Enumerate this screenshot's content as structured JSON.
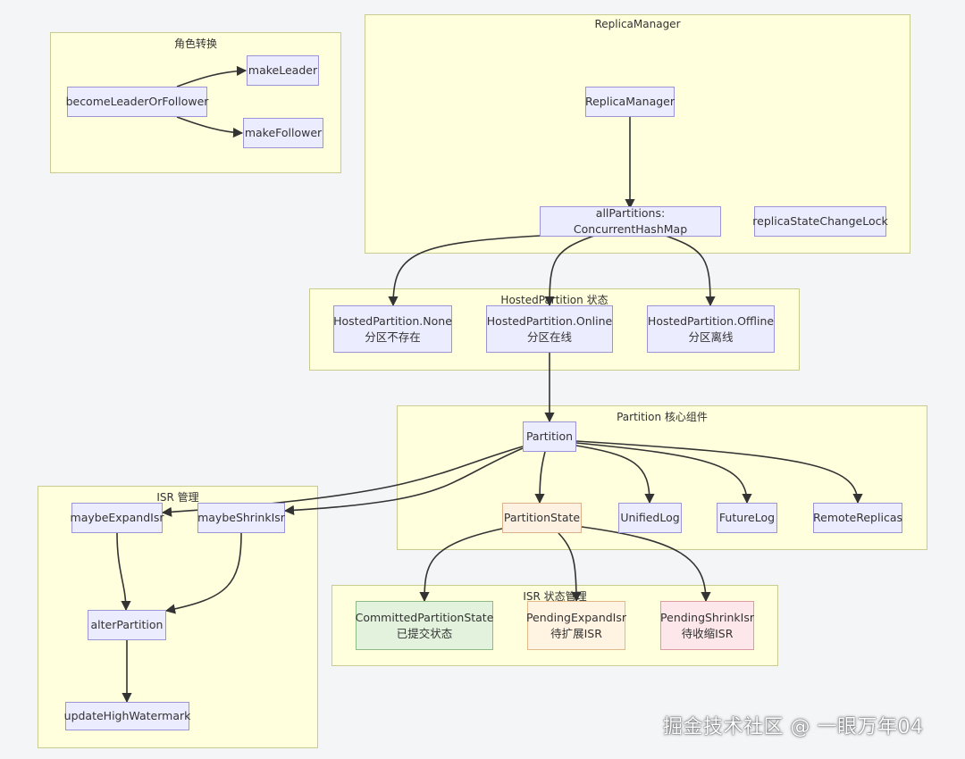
{
  "groups": {
    "role": "角色转换",
    "replica_manager": "ReplicaManager",
    "hosted": "HostedPartition 状态",
    "partition": "Partition 核心组件",
    "isr": "ISR 管理",
    "isr_state": "ISR 状态管理"
  },
  "nodes": {
    "become": "becomeLeaderOrFollower",
    "make_leader": "makeLeader",
    "make_follower": "makeFollower",
    "replica_manager": "ReplicaManager",
    "all_partitions": "allPartitions: ConcurrentHashMap",
    "lock": "replicaStateChangeLock",
    "none": {
      "line1": "HostedPartition.None",
      "line2": "分区不存在"
    },
    "online": {
      "line1": "HostedPartition.Online",
      "line2": "分区在线"
    },
    "offline": {
      "line1": "HostedPartition.Offline",
      "line2": "分区离线"
    },
    "partition": "Partition",
    "partition_state": "PartitionState",
    "unified_log": "UnifiedLog",
    "future_log": "FutureLog",
    "remote_replicas": "RemoteReplicas",
    "maybe_expand": "maybeExpandIsr",
    "maybe_shrink": "maybeShrinkIsr",
    "alter_partition": "alterPartition",
    "update_hw": "updateHighWatermark",
    "committed": {
      "line1": "CommittedPartitionState",
      "line2": "已提交状态"
    },
    "pending_expand": {
      "line1": "PendingExpandIsr",
      "line2": "待扩展ISR"
    },
    "pending_shrink": {
      "line1": "PendingShrinkIsr",
      "line2": "待收缩ISR"
    }
  },
  "watermark": "掘金技术社区 @ 一眼万年04",
  "colors": {
    "group_fill": "#ffffde",
    "node_fill": "#ececff",
    "node_border": "#9b94d6",
    "edge": "#333333"
  }
}
